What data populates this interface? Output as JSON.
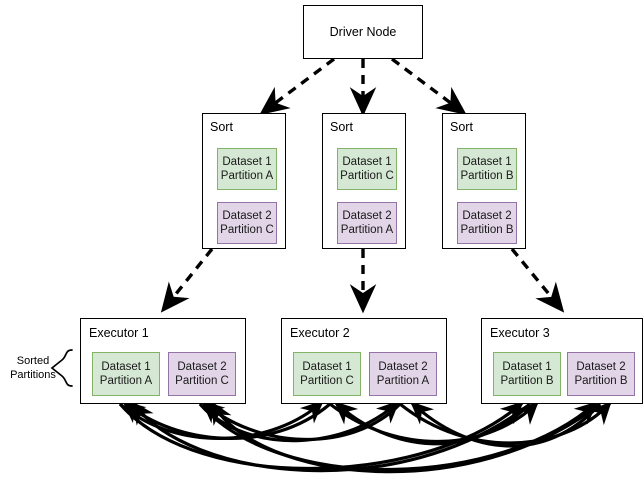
{
  "diagram": {
    "title_node": {
      "label": "Driver Node"
    },
    "sort_nodes": [
      {
        "label": "Sort",
        "items": [
          {
            "line1": "Dataset 1",
            "line2": "Partition A",
            "color": "green"
          },
          {
            "line1": "Dataset 2",
            "line2": "Partition C",
            "color": "purple"
          }
        ]
      },
      {
        "label": "Sort",
        "items": [
          {
            "line1": "Dataset 1",
            "line2": "Partition C",
            "color": "green"
          },
          {
            "line1": "Dataset 2",
            "line2": "Partition A",
            "color": "purple"
          }
        ]
      },
      {
        "label": "Sort",
        "items": [
          {
            "line1": "Dataset 1",
            "line2": "Partition B",
            "color": "green"
          },
          {
            "line1": "Dataset 2",
            "line2": "Partition B",
            "color": "purple"
          }
        ]
      }
    ],
    "executor_nodes": [
      {
        "label": "Executor 1",
        "items": [
          {
            "line1": "Dataset 1",
            "line2": "Partition A",
            "color": "green"
          },
          {
            "line1": "Dataset 2",
            "line2": "Partition C",
            "color": "purple"
          }
        ]
      },
      {
        "label": "Executor 2",
        "items": [
          {
            "line1": "Dataset 1",
            "line2": "Partition C",
            "color": "green"
          },
          {
            "line1": "Dataset 2",
            "line2": "Partition A",
            "color": "purple"
          }
        ]
      },
      {
        "label": "Executor 3",
        "items": [
          {
            "line1": "Dataset 1",
            "line2": "Partition B",
            "color": "green"
          },
          {
            "line1": "Dataset 2",
            "line2": "Partition B",
            "color": "purple"
          }
        ]
      }
    ],
    "side_label": {
      "line1": "Sorted",
      "line2": "Partitions"
    },
    "colors": {
      "green_fill": "#d5e8d4",
      "green_stroke": "#82b366",
      "purple_fill": "#e1d5e7",
      "purple_stroke": "#9673a6",
      "edge": "#000000",
      "box_stroke": "#000000",
      "background": "#ffffff"
    }
  }
}
